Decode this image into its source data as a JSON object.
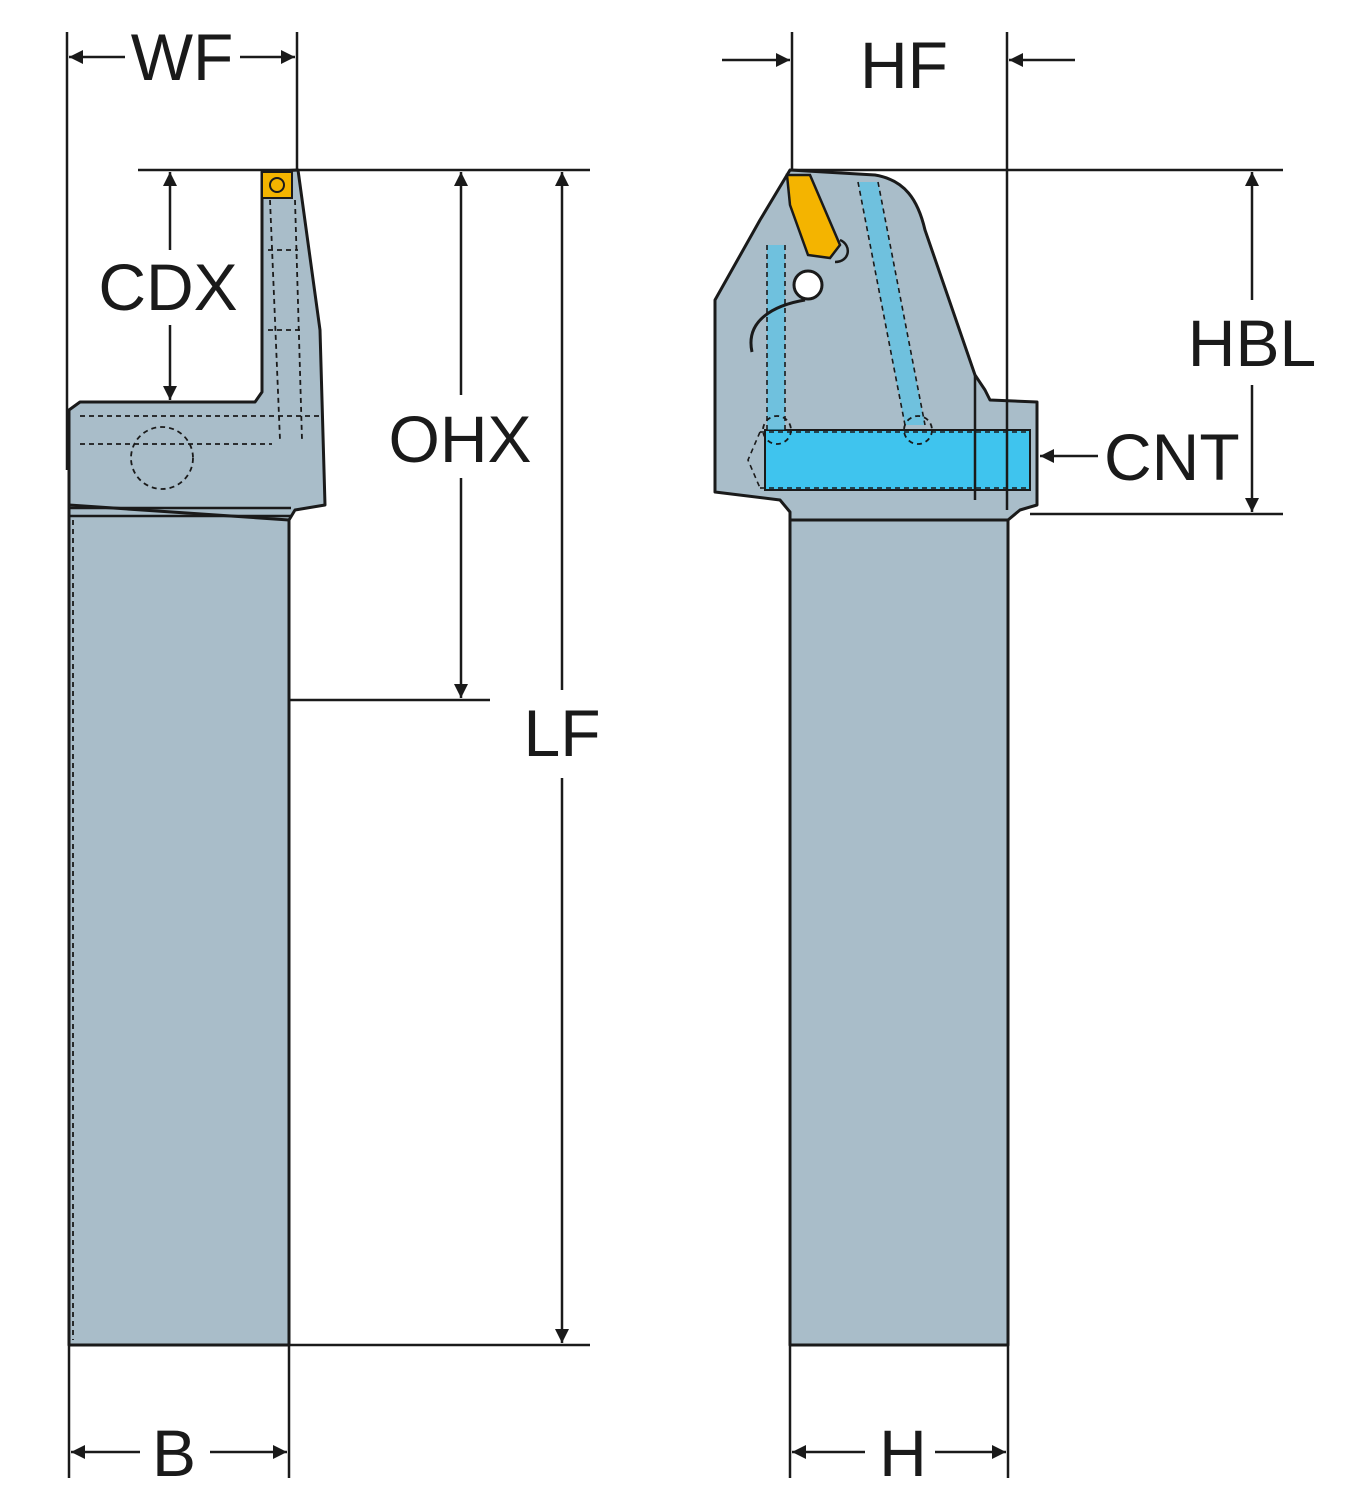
{
  "figure": {
    "title": "Tool holder dimension drawing",
    "views": [
      "side-view",
      "front-view"
    ]
  },
  "colors": {
    "body": "#a9bdc9",
    "coolant": "#3fc4ee",
    "insert": "#f4b400",
    "line": "#1a1a1a",
    "background": "#ffffff"
  },
  "dimensions": {
    "wf": "WF",
    "cdx": "CDX",
    "ohx": "OHX",
    "lf": "LF",
    "b": "B",
    "hf": "HF",
    "hbl": "HBL",
    "cnt": "CNT",
    "h": "H"
  }
}
